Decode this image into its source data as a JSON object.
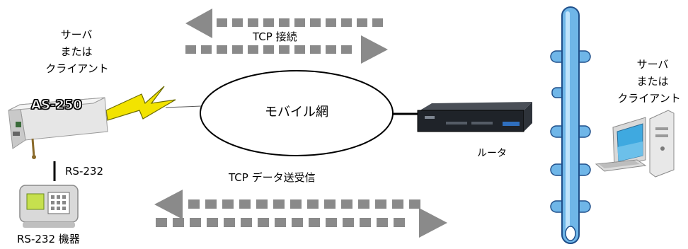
{
  "left_device": {
    "role_line1": "サーバ",
    "role_line2": "または",
    "role_line3": "クライアント",
    "model": "AS-250"
  },
  "network": {
    "label": "モバイル網"
  },
  "router": {
    "label": "ルータ"
  },
  "right_device": {
    "role_line1": "サーバ",
    "role_line2": "または",
    "role_line3": "クライアント"
  },
  "serial": {
    "link_label": "RS-232",
    "device_label": "RS-232 機器"
  },
  "flows": {
    "connection_label": "TCP 接続",
    "data_label": "TCP データ送受信"
  },
  "colors": {
    "arrow": "#8a8a8a",
    "bus": "#6fb6e8",
    "lightning": "#f2e300",
    "case": "#d9d9d9"
  }
}
